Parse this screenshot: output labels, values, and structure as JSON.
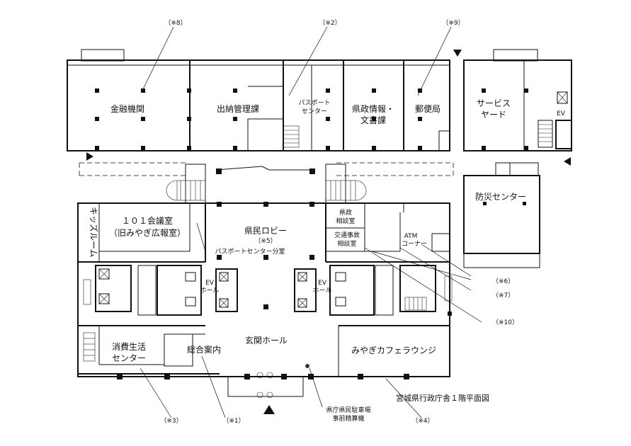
{
  "title": "宮城県行政庁舎１階平面図",
  "rooms": {
    "finance": "金融機関",
    "treasury": "出納管理課",
    "passport_1": "パスポート",
    "passport_2": "センター",
    "pref_info_1": "県政情報・",
    "pref_info_2": "文書課",
    "post": "郵便局",
    "service_1": "サービス",
    "service_2": "ヤード",
    "ev_top": "EV",
    "disaster": "防災センター",
    "kids": "キッズルーム",
    "conf_1": "１０１会議室",
    "conf_2": "（旧みやぎ広報室）",
    "lobby": "県民ロビー",
    "lobby_note": "（※5）",
    "passport_branch": "パスポートセンター分室",
    "consult_1": "県政",
    "consult_2": "相談室",
    "traffic_1": "交通事故",
    "traffic_2": "相談室",
    "atm_1": "ATM",
    "atm_2": "コーナー",
    "ev_hall_1": "EV",
    "ev_hall_2": "ホール",
    "entrance": "玄関ホール",
    "consumer_1": "消費生活",
    "consumer_2": "センター",
    "info_desk": "総合案内",
    "cafe": "みやぎカフェラウンジ",
    "parking_1": "県庁県民駐車場",
    "parking_2": "事前精算機"
  },
  "notes": {
    "n1": "（※1）",
    "n2": "（※2）",
    "n3": "（※3）",
    "n4": "（※4）",
    "n6": "（※6）",
    "n7": "（※7）",
    "n8": "（※8）",
    "n9": "（※9）",
    "n10": "（※10）"
  }
}
